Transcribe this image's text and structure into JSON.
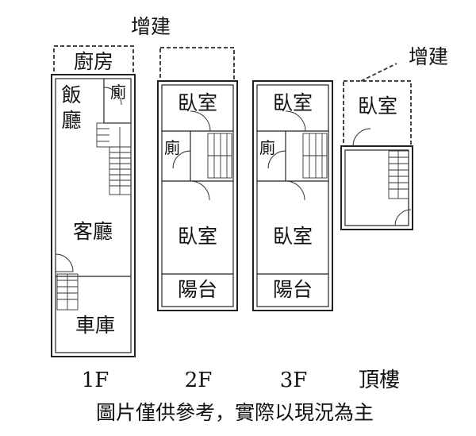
{
  "annotations": {
    "extension_1f": "增建",
    "extension_roof": "增建"
  },
  "floors": {
    "f1": {
      "label": "1F",
      "rooms": {
        "kitchen": "廚房",
        "dining_a": "飯",
        "dining_b": "廳",
        "toilet": "廁",
        "living": "客廳",
        "garage": "車庫"
      }
    },
    "f2": {
      "label": "2F",
      "rooms": {
        "bedroom_front": "臥室",
        "toilet": "廁",
        "bedroom_back": "臥室",
        "balcony": "陽台"
      }
    },
    "f3": {
      "label": "3F",
      "rooms": {
        "bedroom_front": "臥室",
        "toilet": "廁",
        "bedroom_back": "臥室",
        "balcony": "陽台"
      }
    },
    "roof": {
      "label": "頂樓",
      "rooms": {
        "bedroom": "臥室"
      }
    }
  },
  "caption": "圖片僅供參考，實際以現況為主"
}
